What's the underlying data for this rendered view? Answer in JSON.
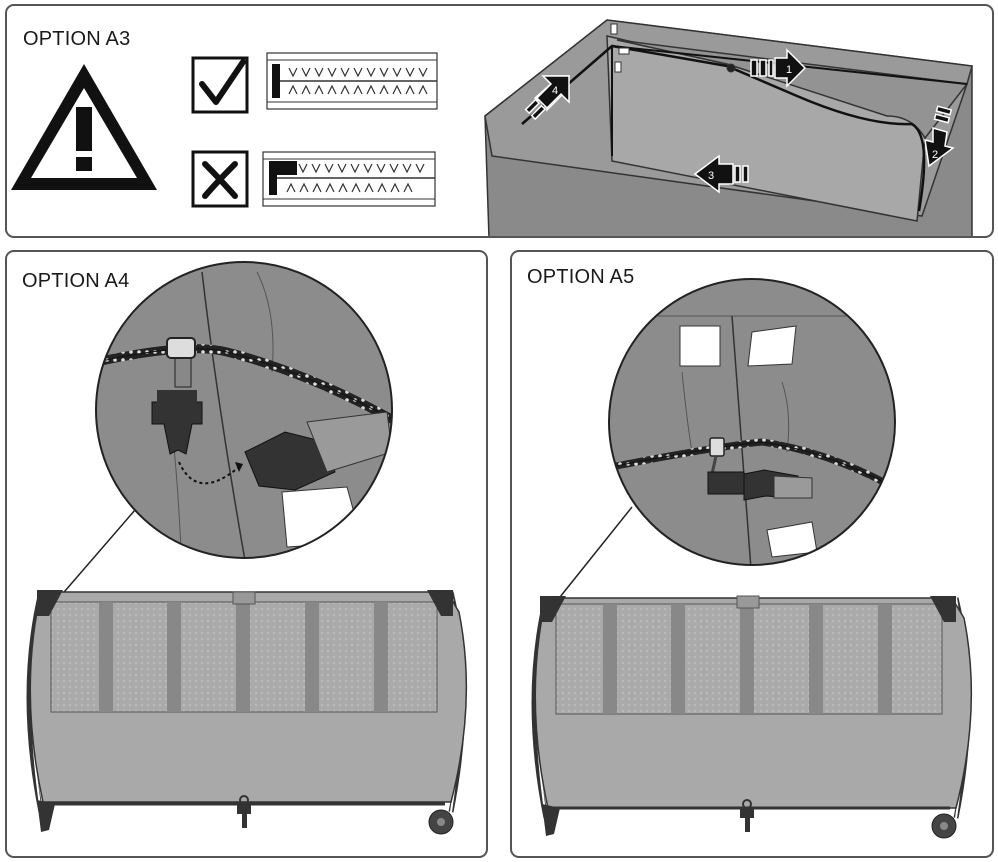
{
  "panels": {
    "a3": {
      "label": "OPTION A3"
    },
    "a4": {
      "label": "OPTION A4"
    },
    "a5": {
      "label": "OPTION A5"
    }
  },
  "steps": [
    "1",
    "2",
    "3",
    "4"
  ],
  "icons": {
    "warning": "warning-triangle-icon",
    "correct": "checkmark-icon",
    "incorrect": "cross-icon"
  },
  "colors": {
    "outline": "#1a1a1a",
    "fabric": "#8c8c8c",
    "fabric_light": "#a9a9a9",
    "panel_border": "#555555"
  }
}
